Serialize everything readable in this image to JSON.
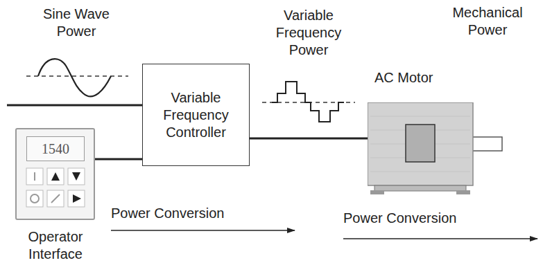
{
  "diagram": {
    "nodes": [
      {
        "text": [
          "Variable Frequency Controller"
        ]
      },
      {
        "text": [
          "1540",
          "Operator Interface"
        ]
      },
      {
        "text": [
          "AC Motor"
        ]
      }
    ],
    "edges": [
      {
        "from": 1,
        "to": 0,
        "arrow": "none"
      },
      {
        "from": 0,
        "to": 2,
        "arrow": "none"
      }
    ],
    "labels": [
      "Sine Wave Power",
      "Variable Frequency Power",
      "Mechanical Power",
      "Power Conversion",
      "Power Conversion"
    ]
  }
}
